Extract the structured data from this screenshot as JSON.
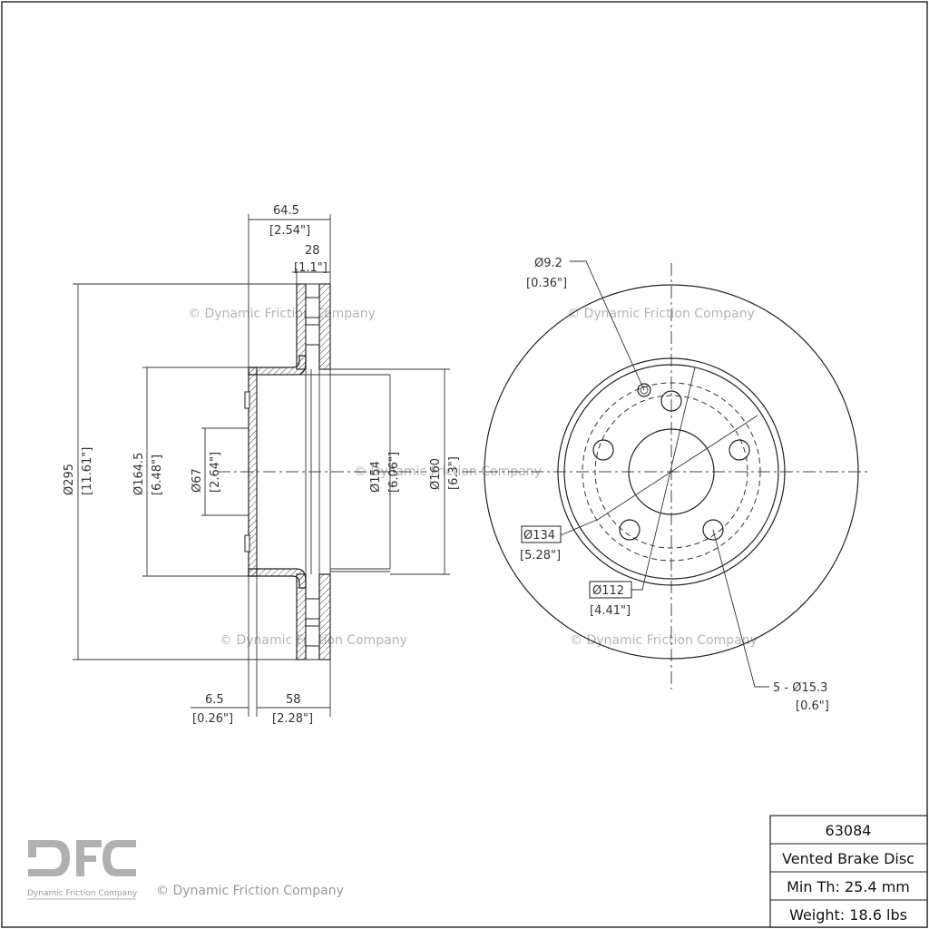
{
  "watermarks": {
    "copyright": "© Dynamic Friction Company"
  },
  "logo": {
    "mark": "DFC",
    "subtitle": "Dynamic Friction Company"
  },
  "footer": {
    "copyright": "© Dynamic Friction Company"
  },
  "side_view": {
    "overall_width": "64.5",
    "overall_width_in": "[2.54\"]",
    "rotor_thickness": "28",
    "rotor_thickness_in": "[1.1\"]",
    "outer_diameter": "Ø295",
    "outer_diameter_in": "[11.61\"]",
    "hat_diameter": "Ø164.5",
    "hat_diameter_in": "[6.48\"]",
    "center_bore": "Ø67",
    "center_bore_in": "[2.64\"]",
    "inner_friction_diameter": "Ø154",
    "inner_friction_diameter_in": "[6.06\"]",
    "hat_outer_diameter": "Ø160",
    "hat_outer_diameter_in": "[6.3\"]",
    "hat_thickness": "6.5",
    "hat_thickness_in": "[0.26\"]",
    "hat_height": "58",
    "hat_height_in": "[2.28\"]"
  },
  "front_view": {
    "small_hole": "Ø9.2",
    "small_hole_in": "[0.36\"]",
    "bolt_circle_outer": "Ø134",
    "bolt_circle_outer_in": "[5.28\"]",
    "bolt_circle": "Ø112",
    "bolt_circle_in": "[4.41\"]",
    "lug_holes": "5 - Ø15.3",
    "lug_holes_in": "[0.6\"]"
  },
  "spec_table": {
    "part_number": "63084",
    "type": "Vented Brake Disc",
    "min_thickness": "Min Th: 25.4 mm",
    "weight": "Weight: 18.6 lbs"
  }
}
